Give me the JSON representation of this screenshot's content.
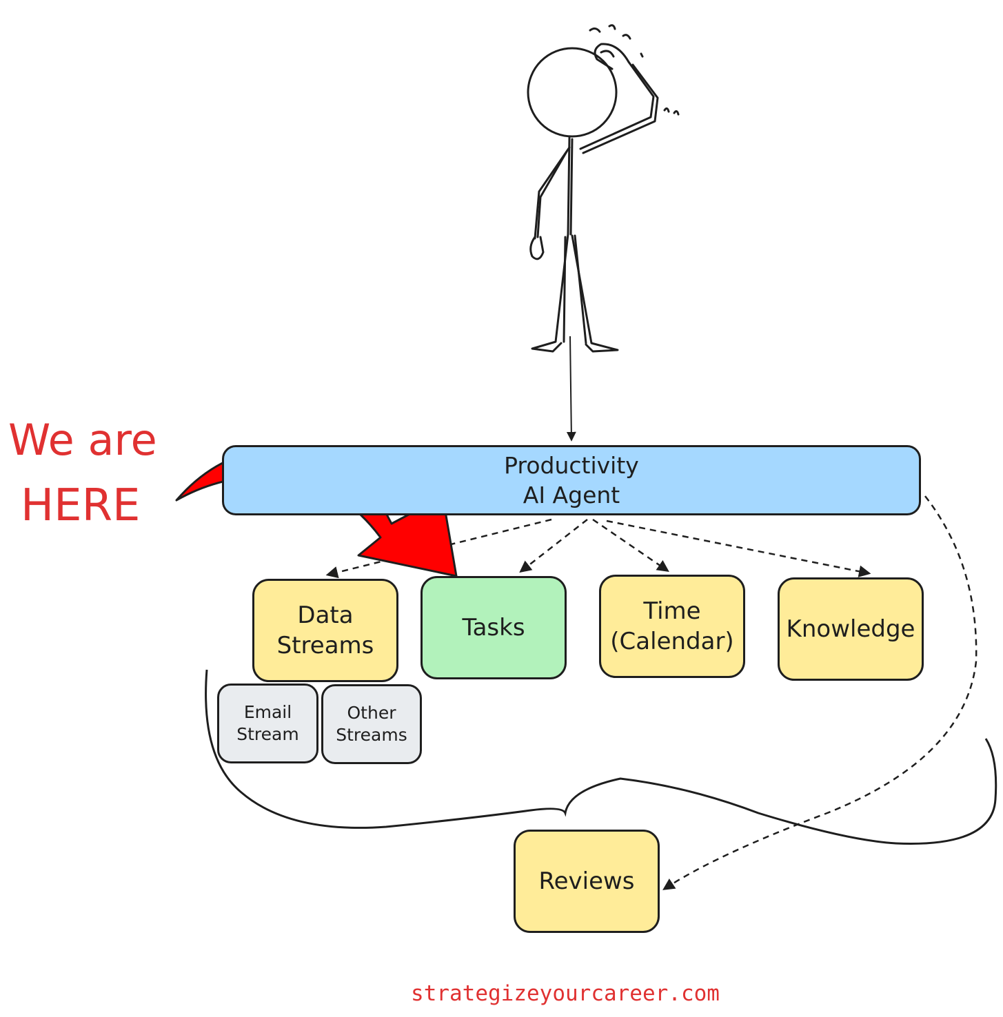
{
  "colors": {
    "agent_fill": "#a5d8ff",
    "category_fill": "#ffec99",
    "highlight_fill": "#b2f2bb",
    "stream_fill": "#e9ecef",
    "stroke": "#1e1e1e",
    "annotation": "#e03131",
    "arrow_fill": "#ff0000"
  },
  "icons": {
    "person": "confused-stick-figure-icon",
    "pointer": "curved-arrow-icon"
  },
  "agent": {
    "label": "Productivity\nAI Agent"
  },
  "categories": {
    "data_streams": "Data\nStreams",
    "tasks": "Tasks",
    "time": "Time\n(Calendar)",
    "knowledge": "Knowledge"
  },
  "streams": {
    "email": "Email\nStream",
    "other": "Other\nStreams"
  },
  "reviews": {
    "label": "Reviews"
  },
  "annotation": {
    "line1": "We are",
    "line2": "HERE"
  },
  "footer": {
    "site": "strategizeyourcareer.com"
  }
}
